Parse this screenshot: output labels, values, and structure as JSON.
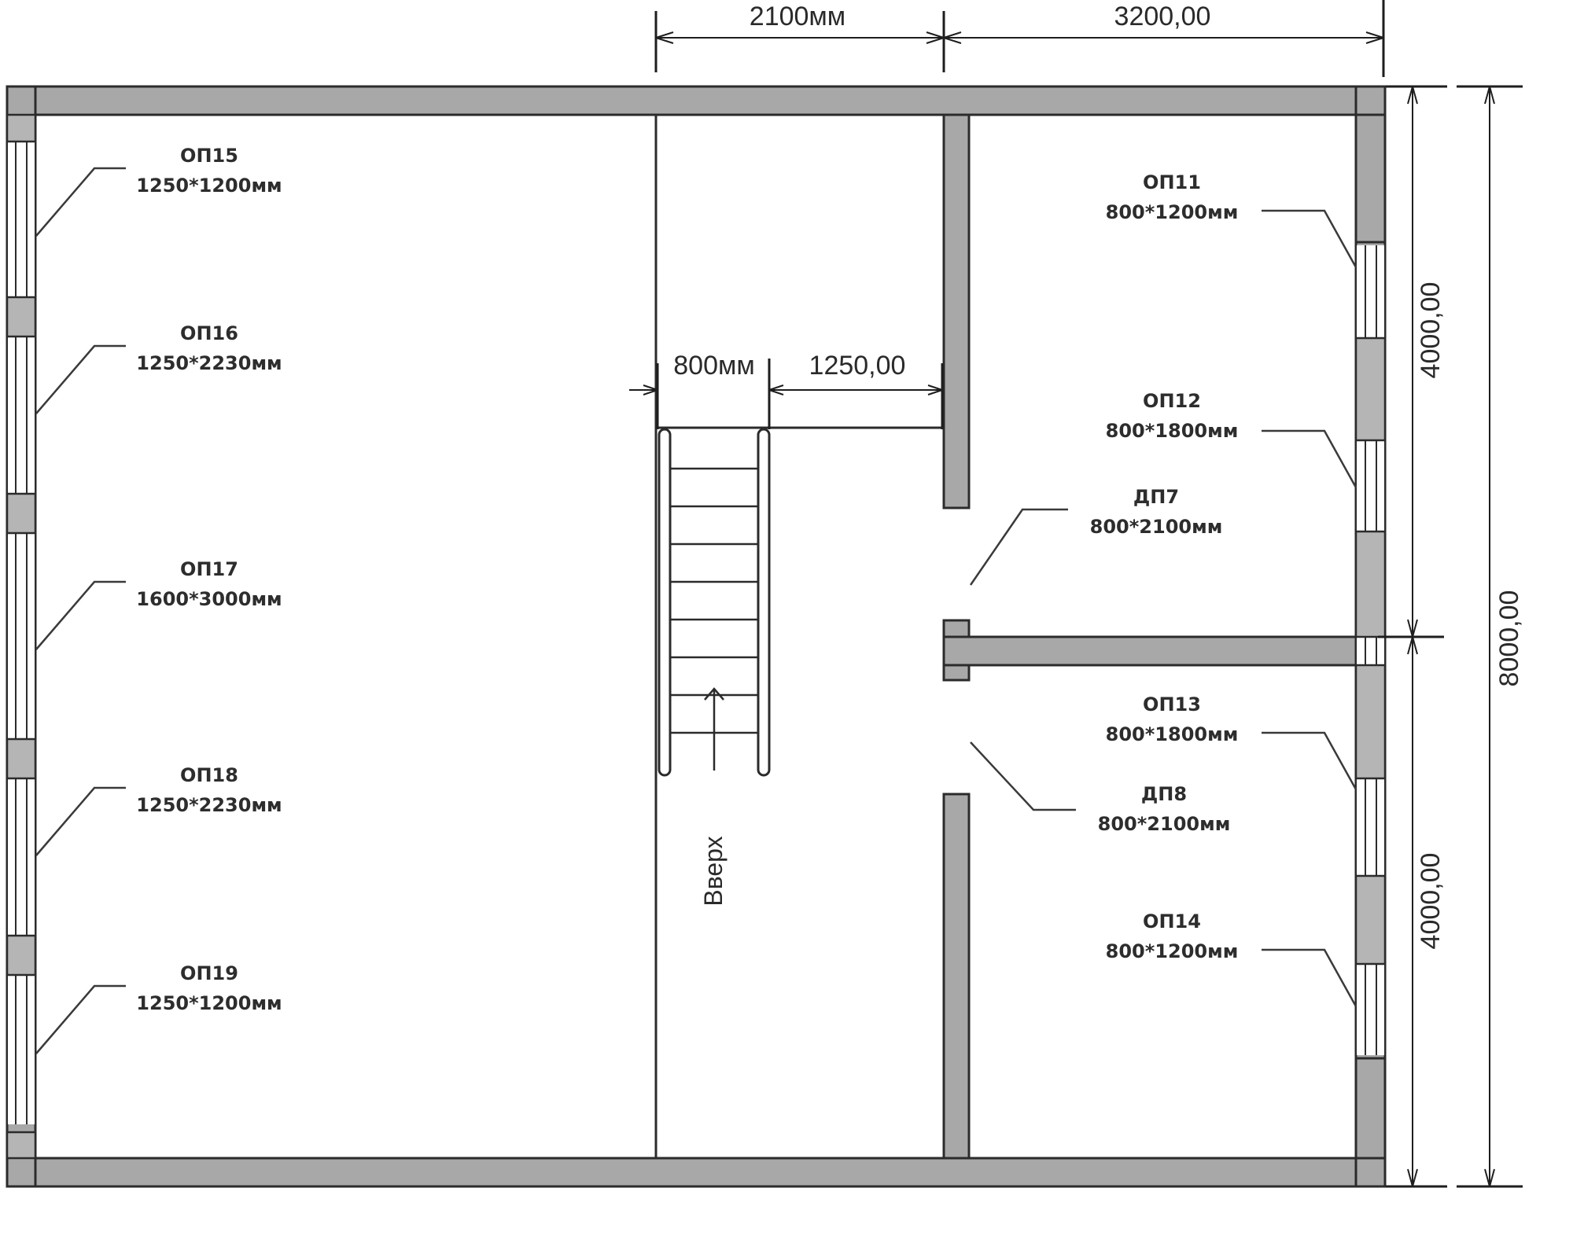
{
  "dimensions": {
    "top_left": "2100мм",
    "top_right": "3200,00",
    "stair_width": "800мм",
    "stair_landing": "1250,00",
    "right_upper": "4000,00",
    "right_lower": "4000,00",
    "right_total": "8000,00"
  },
  "stair": {
    "direction_label": "Вверх"
  },
  "openings": {
    "op11": {
      "name": "ОП11",
      "size": "800*1200мм"
    },
    "op12": {
      "name": "ОП12",
      "size": "800*1800мм"
    },
    "op13": {
      "name": "ОП13",
      "size": "800*1800мм"
    },
    "op14": {
      "name": "ОП14",
      "size": "800*1200мм"
    },
    "op15": {
      "name": "ОП15",
      "size": "1250*1200мм"
    },
    "op16": {
      "name": "ОП16",
      "size": "1250*2230мм"
    },
    "op17": {
      "name": "ОП17",
      "size": "1600*3000мм"
    },
    "op18": {
      "name": "ОП18",
      "size": "1250*2230мм"
    },
    "op19": {
      "name": "ОП19",
      "size": "1250*1200мм"
    },
    "dp7": {
      "name": "ДП7",
      "size": "800*2100мм"
    },
    "dp8": {
      "name": "ДП8",
      "size": "800*2100мм"
    }
  }
}
